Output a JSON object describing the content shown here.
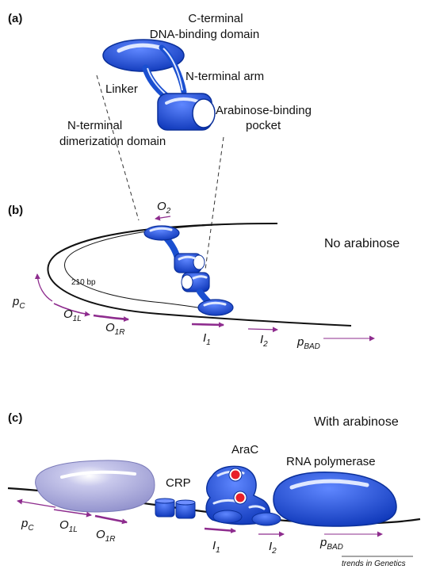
{
  "panel_a": {
    "label": "(a)",
    "c_terminal_line1": "C-terminal",
    "c_terminal_line2": "DNA-binding domain",
    "n_terminal_arm": "N-terminal arm",
    "linker": "Linker",
    "arabinose_line1": "Arabinose-binding",
    "arabinose_line2": "pocket",
    "dimerization_line1": "N-terminal",
    "dimerization_line2": "dimerization domain"
  },
  "panel_b": {
    "label": "(b)",
    "condition": "No arabinose",
    "loop_size": "210 bp",
    "sites": {
      "o2": {
        "main": "O",
        "sub": "2"
      },
      "pc": {
        "main": "p",
        "sub": "C"
      },
      "o1l": {
        "main": "O",
        "sub": "1L"
      },
      "o1r": {
        "main": "O",
        "sub": "1R"
      },
      "i1": {
        "main": "I",
        "sub": "1"
      },
      "i2": {
        "main": "I",
        "sub": "2"
      },
      "pbad": {
        "main": "p",
        "sub": "BAD"
      }
    }
  },
  "panel_c": {
    "label": "(c)",
    "condition": "With arabinose",
    "crp": "CRP",
    "arac": "AraC",
    "rna_polymerase": "RNA polymerase",
    "sites": {
      "pc": {
        "main": "p",
        "sub": "C"
      },
      "o1l": {
        "main": "O",
        "sub": "1L"
      },
      "o1r": {
        "main": "O",
        "sub": "1R"
      },
      "i1": {
        "main": "I",
        "sub": "1"
      },
      "i2": {
        "main": "I",
        "sub": "2"
      },
      "pbad": {
        "main": "p",
        "sub": "BAD"
      }
    }
  },
  "footer": "trends in Genetics",
  "colors": {
    "protein_blue": "#1a4fd0",
    "protein_dark": "#0a2f9a",
    "highlight": "#dfe8ff",
    "site_arrow": "#8e2c8e",
    "dna": "#111111",
    "polymerase_pale": "#9a9ad2",
    "arabinose_red": "#e8202a"
  }
}
